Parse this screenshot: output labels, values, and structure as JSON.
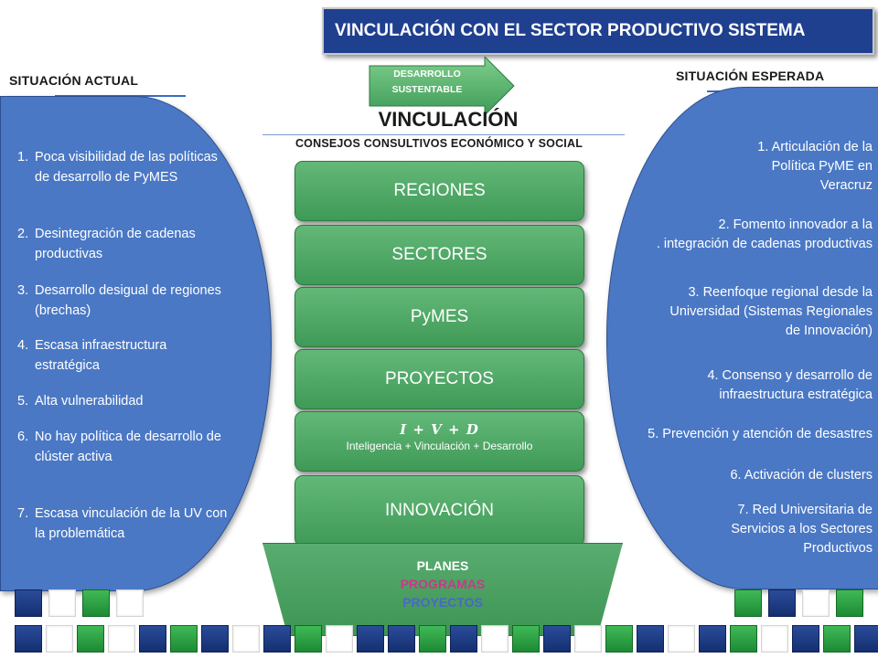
{
  "title": "VINCULACIÓN CON EL SECTOR PRODUCTIVO SISTEMA",
  "left_heading": "SITUACIÓN ACTUAL",
  "right_heading": "SITUACIÓN ESPERADA",
  "arrow_label": [
    "DESARROLLO",
    "SUSTENTABLE"
  ],
  "center_title": "VINCULACIÓN",
  "center_subtitle": "CONSEJOS CONSULTIVOS ECONÓMICO Y SOCIAL",
  "current_situation": [
    {
      "num": "1.",
      "text": "Poca visibilidad de las políticas de  desarrollo de PyMES"
    },
    {
      "num": "2.",
      "text": "Desintegración de cadenas productivas"
    },
    {
      "num": "3.",
      "text": "Desarrollo desigual de regiones (brechas)"
    },
    {
      "num": "4.",
      "text": "Escasa infraestructura estratégica"
    },
    {
      "num": "5.",
      "text": "Alta vulnerabilidad"
    },
    {
      "num": "6.",
      "text": "No hay política  de desarrollo de clúster activa"
    },
    {
      "num": "7.",
      "text": "Escasa vinculación de la UV con la problemática"
    }
  ],
  "expected_situation": [
    [
      "1. Articulación de la",
      "Política PyME en",
      "Veracruz"
    ],
    [
      "2. Fomento innovador a la",
      ". integración de cadenas productivas"
    ],
    [
      "3. Reenfoque regional desde la",
      "Universidad (Sistemas Regionales",
      "de Innovación)"
    ],
    [
      "4. Consenso y desarrollo de",
      "infraestructura estratégica"
    ],
    [
      "5. Prevención y atención de desastres"
    ],
    [
      "6. Activación de clusters"
    ],
    [
      "7. Red Universitaria de",
      "Servicios a los Sectores",
      "Productivos"
    ]
  ],
  "stack": [
    "REGIONES",
    "SECTORES",
    "PyMES",
    "PROYECTOS"
  ],
  "ivd": {
    "symbol": "I + V + D",
    "text": "Inteligencia + Vinculación + Desarrollo"
  },
  "innovation": "INNOVACIÓN",
  "base": {
    "planes": "PLANES",
    "programas": "PROGRAMAS",
    "proyectos": "PROYECTOS"
  },
  "colors": {
    "title_bg": "#1f3f8f",
    "panel_blue": "#4a78c5",
    "box_green": "#4da865",
    "programas": "#c73a8a",
    "proyectos": "#4a67c7"
  },
  "squares": {
    "left_top": [
      "navy",
      "white",
      "green",
      "white"
    ],
    "right_top": [
      "green",
      "navy",
      "white",
      "green"
    ],
    "bottom": [
      "navy",
      "white",
      "green",
      "white",
      "navy",
      "green",
      "navy",
      "white",
      "navy",
      "green",
      "white",
      "navy",
      "navy",
      "green",
      "navy",
      "white",
      "green",
      "navy",
      "white",
      "green",
      "navy",
      "white",
      "navy",
      "green",
      "white",
      "navy",
      "green",
      "navy"
    ]
  }
}
